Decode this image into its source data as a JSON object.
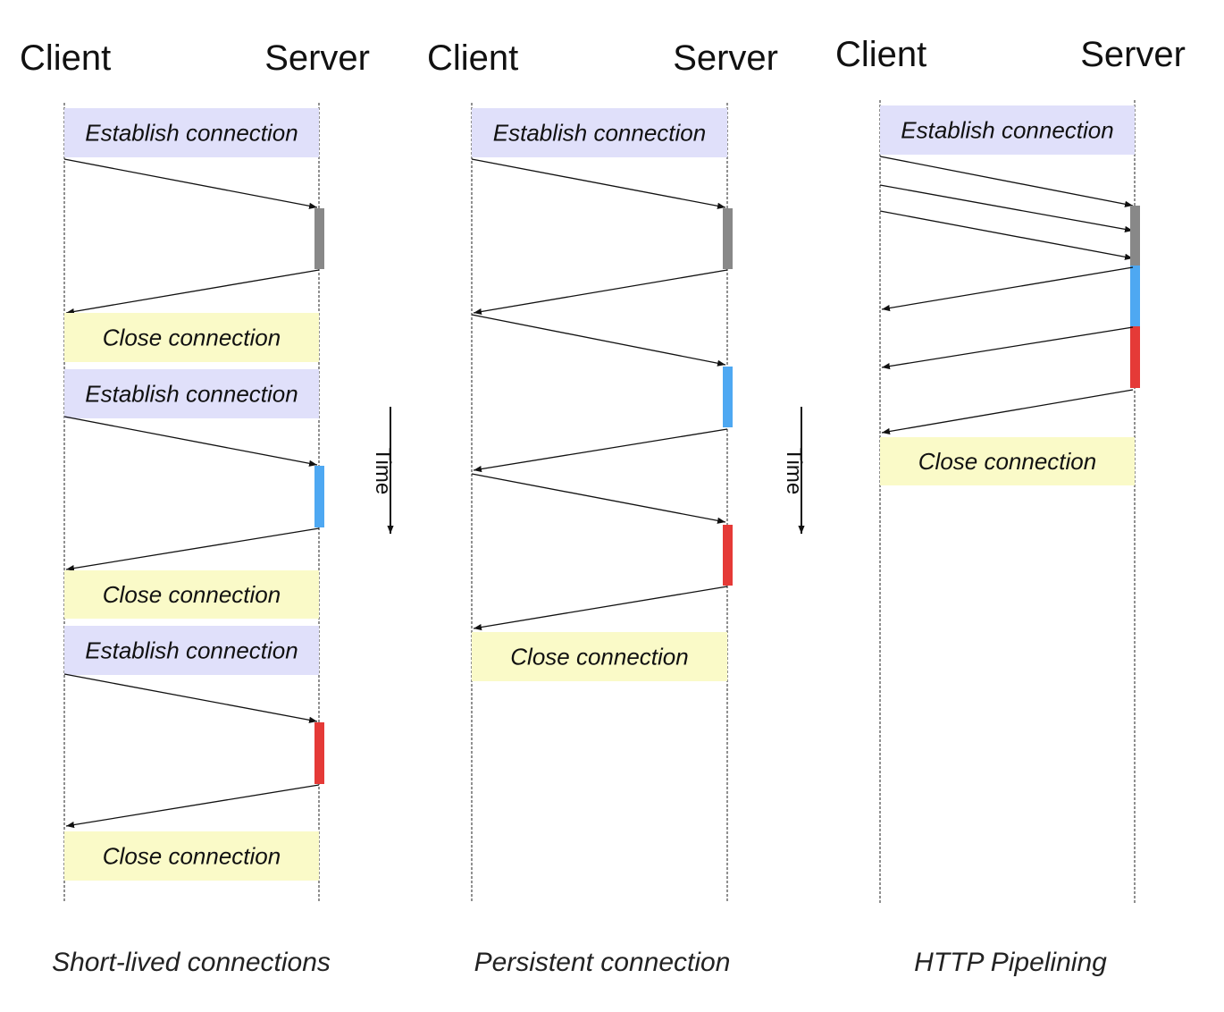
{
  "labels": {
    "client": "Client",
    "server": "Server",
    "establish": "Establish connection",
    "close": "Close connection",
    "time": "Time"
  },
  "captions": [
    "Short-lived connections",
    "Persistent connection",
    "HTTP Pipelining"
  ],
  "colors": {
    "establish_bg": "#e0e0fa",
    "close_bg": "#fafac8",
    "request1": "#888888",
    "request2": "#4ea8f2",
    "request3": "#e53a37"
  }
}
